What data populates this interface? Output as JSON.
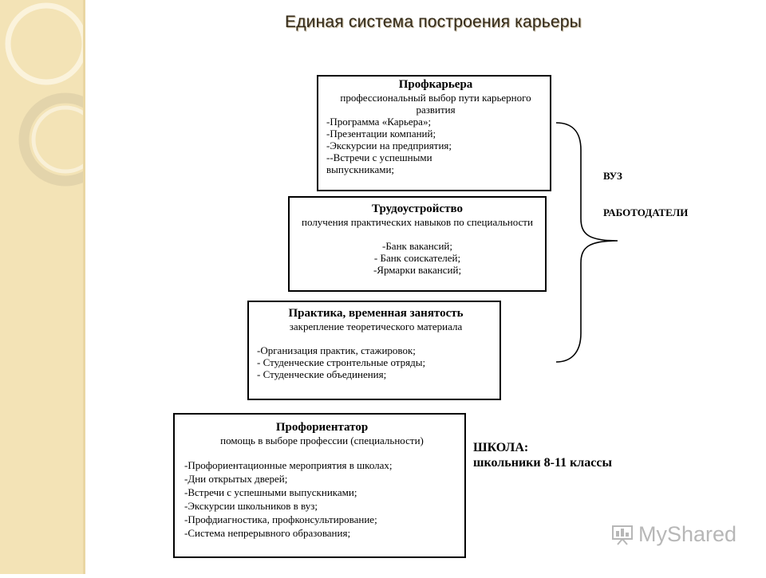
{
  "slide_title": "Единая система построения карьеры",
  "boxes": {
    "profkariera": {
      "title": "Профкарьера",
      "subtitle": "профессиональный выбор пути карьерного развития",
      "items": [
        "-Программа «Карьера»;",
        "-Презентации компаний;",
        "-Экскурсии на предприятия;",
        "--Встречи с успешными",
        "выпускниками;"
      ]
    },
    "trudoustroistvo": {
      "title": "Трудоустройство",
      "subtitle": "получения практических навыков по специальности",
      "items": [
        "-Банк вакансий;",
        "- Банк соискателей;",
        "-Ярмарки вакансий;"
      ]
    },
    "praktika": {
      "title": "Практика, временная занятость",
      "subtitle": "закрепление теоретического материала",
      "items": [
        "-Организация практик, стажировок;",
        "- Студенческие стронтельные отряды;",
        "- Студенческие объединения;"
      ]
    },
    "proforientator": {
      "title": "Профориентатор",
      "subtitle": "помощь в выборе профессии (специальности)",
      "items": [
        "-Профориентационные мероприятия в школах;",
        "-Дни открытых дверей;",
        "-Встречи с успешными выпускниками;",
        "-Экскурсии школьников в вуз;",
        "-Профдиагностика, профконсультирование;",
        "-Система непрерывного образования;"
      ]
    }
  },
  "side_labels": {
    "vuz": "ВУЗ",
    "employers": "РАБОТОДАТЕЛИ"
  },
  "school": {
    "line1": "ШКОЛА:",
    "line2": "школьники 8-11 классы"
  },
  "watermark": "MyShared",
  "colors": {
    "sidebar": "#f3e3b6",
    "title_text": "#332a1a",
    "watermark": "#b7b7b7"
  }
}
